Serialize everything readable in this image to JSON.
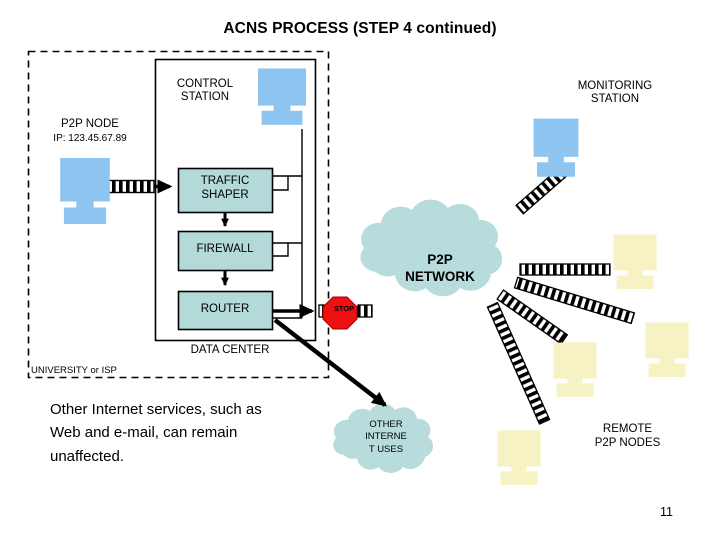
{
  "slide": {
    "title": "ACNS PROCESS (STEP 4 continued)",
    "page_number": "11",
    "background_color": "#ffffff"
  },
  "colors": {
    "computer_blue": "#8ec5f0",
    "computer_yellow": "#f7f2c4",
    "box_fill": "#b3d9d9",
    "cloud_fill": "#b8dcdc",
    "stop_red": "#ee1111",
    "line_black": "#000000"
  },
  "zones": {
    "university_isp": {
      "label": "UNIVERSITY or ISP",
      "border_style": "dashed"
    },
    "data_center": {
      "label": "DATA CENTER",
      "border_style": "solid"
    }
  },
  "nodes": {
    "p2p_node": {
      "label": "P2P NODE",
      "ip": "IP: 123.45.67.89",
      "icon": "computer-icon",
      "color": "#8ec5f0"
    },
    "control_station": {
      "label": "CONTROL\nSTATION",
      "icon": "computer-icon",
      "color": "#8ec5f0"
    },
    "monitoring_station": {
      "label": "MONITORING\nSTATION",
      "icon": "computer-icon",
      "color": "#8ec5f0"
    },
    "remote_p2p_nodes": {
      "label": "REMOTE\nP2P NODES",
      "icon": "computer-icon",
      "color": "#f7f2c4",
      "count": 4
    }
  },
  "devices": [
    {
      "id": "traffic-shaper",
      "label": "TRAFFIC\nSHAPER"
    },
    {
      "id": "firewall",
      "label": "FIREWALL"
    },
    {
      "id": "router",
      "label": "ROUTER"
    }
  ],
  "clouds": {
    "p2p_network": {
      "label": "P2P\nNETWORK"
    },
    "other_internet_uses": {
      "label": "OTHER\nINTERNE\nT USES"
    }
  },
  "markers": {
    "stop_sign": {
      "label": "STOP",
      "shape": "octagon",
      "color": "#ee1111"
    }
  },
  "body_text": "Other Internet services, such as\nWeb and e-mail, can remain\nunaffected."
}
